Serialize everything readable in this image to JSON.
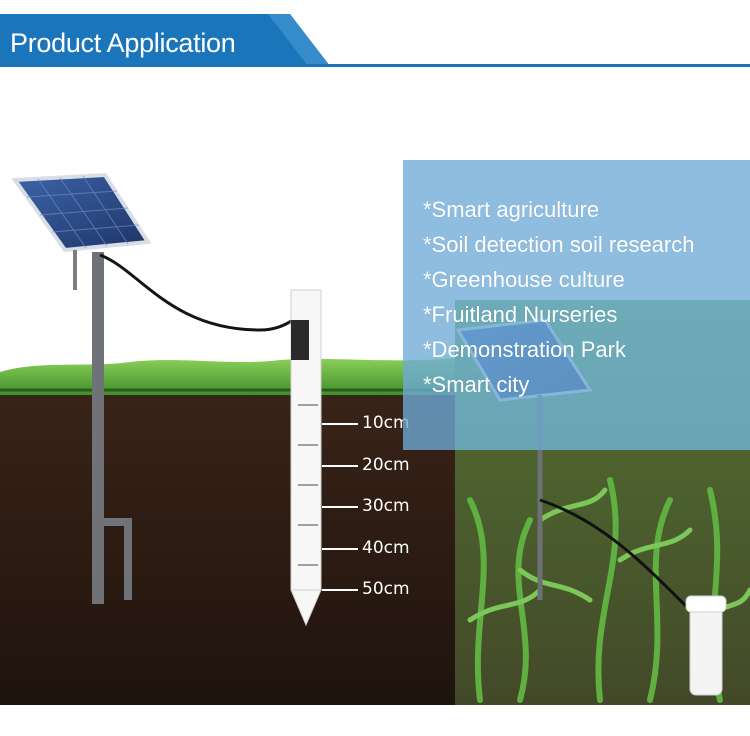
{
  "header": {
    "title": "Product Application",
    "accent_color": "#1b75bb"
  },
  "applications": [
    "*Smart agriculture",
    "*Soil detection soil research",
    "*Greenhouse culture",
    "*Fruitland Nurseries",
    "*Demonstration Park",
    "*Smart city"
  ],
  "depth_markers": [
    "10cm",
    "20cm",
    "30cm",
    "40cm",
    "50cm"
  ],
  "colors": {
    "soil": "#2a1a12",
    "grass": "#5aa83a",
    "panel_overlay": "#6eaad7",
    "solar_panel": "#2b4d8f"
  }
}
